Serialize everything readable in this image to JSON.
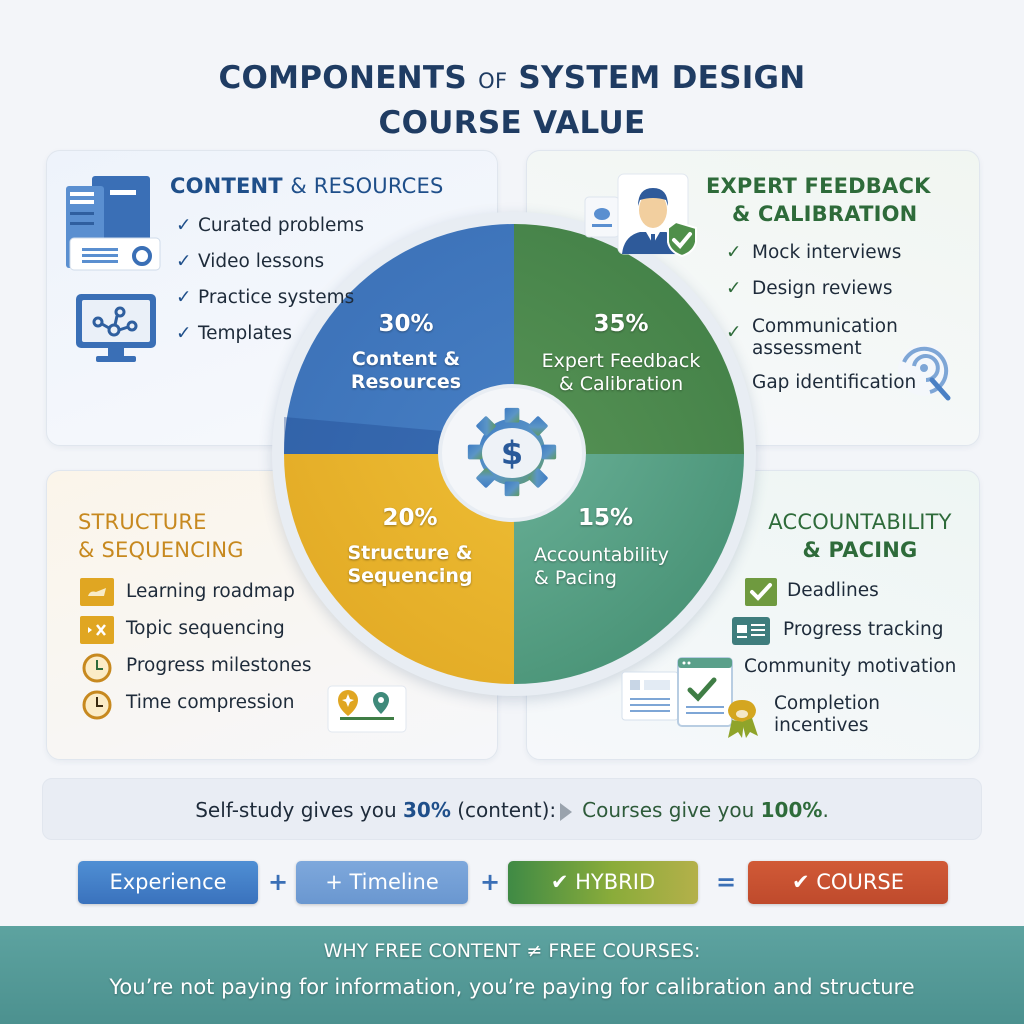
{
  "title": {
    "line1_part1": "COMPONENTS",
    "line1_of": "OF",
    "line1_part2": "SYSTEM DESIGN",
    "line2": "COURSE VALUE"
  },
  "colors": {
    "title": "#1f3c63",
    "content_blue": "#3a6fb6",
    "expert_green": "#3f7d45",
    "structure_yellow": "#e0a622",
    "accountability_teal": "#4f9a7e",
    "course_red": "#c5502f",
    "footer_teal": "#5a9f9c"
  },
  "sections": {
    "content": {
      "title_bold": "CONTENT",
      "title_rest": "& RESOURCES",
      "items": [
        "Curated problems",
        "Video lessons",
        "Practice systems",
        "Templates"
      ],
      "icons": [
        "document-stack-icon",
        "monitor-network-icon"
      ]
    },
    "expert": {
      "title_line1": "EXPERT FEEDBACK",
      "title_line2": "& CALIBRATION",
      "items": [
        "Mock interviews",
        "Design reviews",
        "Communication assessment",
        "Gap identification"
      ],
      "icons": [
        "expert-avatar-icon",
        "shield-check-icon",
        "target-search-icon"
      ]
    },
    "structure": {
      "title_line1": "STRUCTURE",
      "title_line2": "& SEQUENCING",
      "items": [
        "Learning roadmap",
        "Topic sequencing",
        "Progress milestones",
        "Time compression"
      ],
      "icons": [
        "roadmap-icon",
        "sequence-icon",
        "clock-icon",
        "clock-icon",
        "map-pin-icon"
      ]
    },
    "accountability": {
      "title_line1": "ACCOUNTABILITY",
      "title_line2": "& PACING",
      "items": [
        "Deadlines",
        "Progress tracking",
        "Community motivation",
        "Completion incentives"
      ],
      "icons": [
        "calendar-check-icon",
        "progress-card-icon",
        "window-check-icon",
        "award-ribbon-icon"
      ]
    }
  },
  "chart_data": {
    "type": "pie",
    "title": "Components of System Design Course Value",
    "categories": [
      "Content & Resources",
      "Expert Feedback & Calibration",
      "Structure & Sequencing",
      "Accountability & Pacing"
    ],
    "values": [
      30,
      35,
      20,
      15
    ],
    "unit": "%",
    "colors": [
      "#3a6fb6",
      "#3f7d45",
      "#e0a622",
      "#4f9a7e"
    ],
    "center_icon": "gear-dollar-icon",
    "labels": {
      "tl": {
        "pct": "30%",
        "name1": "Content &",
        "name2": "Resources"
      },
      "tr": {
        "pct": "35%",
        "name1": "Expert Feedback",
        "name2": "& Calibration"
      },
      "bl": {
        "pct": "20%",
        "name1": "Structure &",
        "name2": "Sequencing"
      },
      "br": {
        "pct": "15%",
        "name1": "Accountability",
        "name2": "& Pacing"
      }
    }
  },
  "summary": {
    "part1": "Self-study gives you ",
    "pct1": "30%",
    "part2": " (content):",
    "part3": "Courses give you ",
    "pct2": "100%",
    "part4": "."
  },
  "equation": {
    "term1": "Experience",
    "op1": "+",
    "term2": "+ Timeline",
    "op2": "+",
    "term3": "✔ HYBRID",
    "op3": "=",
    "result": "✔ COURSE"
  },
  "footer": {
    "heading": "WHY FREE CONTENT ≠ FREE COURSES:",
    "text": "You’re not paying for information, you’re paying for calibration and structure"
  }
}
